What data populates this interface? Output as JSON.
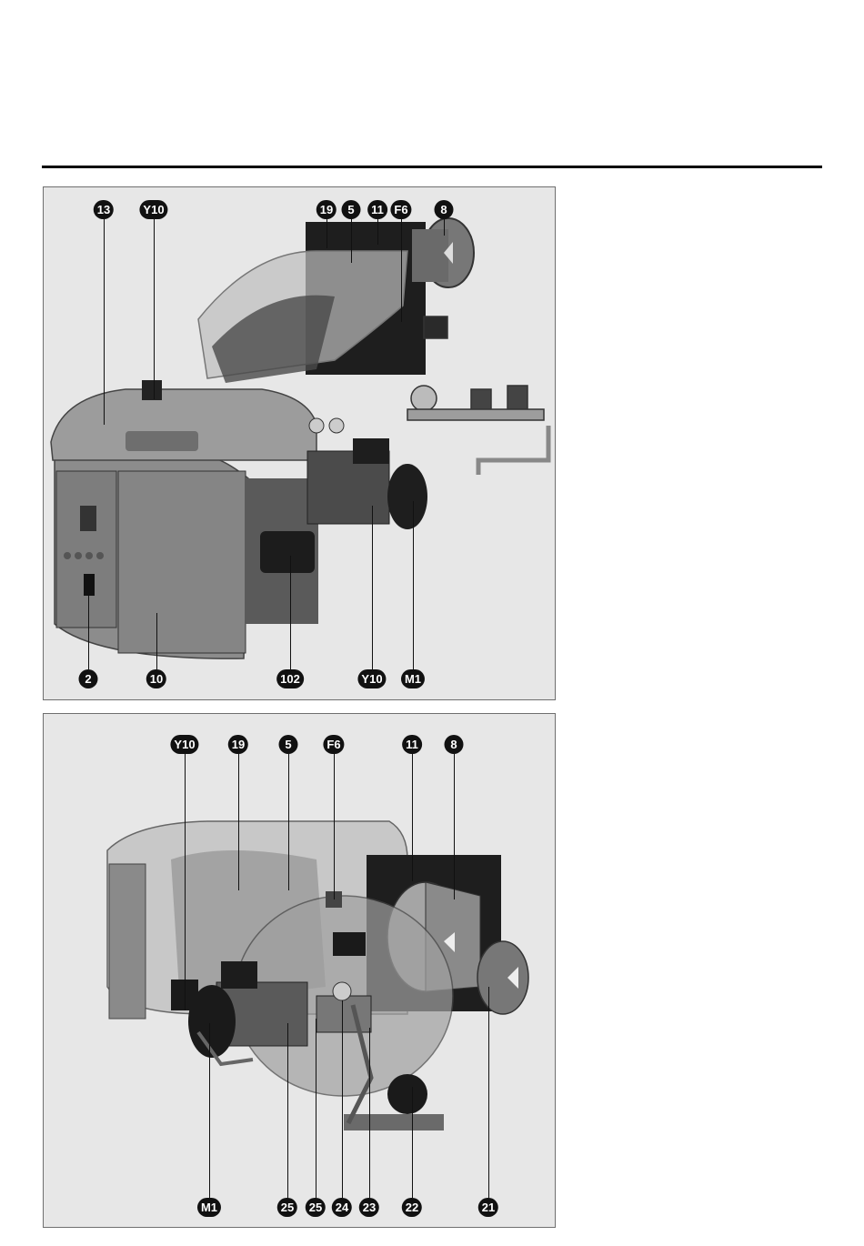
{
  "top_figure": {
    "labels_top": [
      "13",
      "Y10",
      "19",
      "5",
      "11",
      "F6",
      "8"
    ],
    "labels_bottom": [
      "2",
      "10",
      "102",
      "Y10",
      "M1"
    ]
  },
  "bottom_figure": {
    "labels_top": [
      "Y10",
      "19",
      "5",
      "F6",
      "11",
      "8"
    ],
    "labels_bottom": [
      "M1",
      "25",
      "25",
      "24",
      "23",
      "22",
      "21"
    ]
  }
}
